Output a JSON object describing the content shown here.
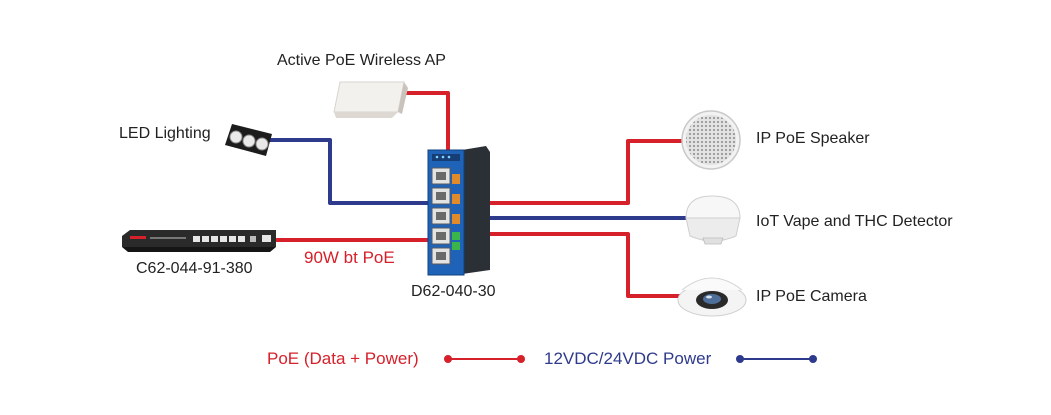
{
  "colors": {
    "poe": "#d6202a",
    "dc": "#2e3a8c",
    "switch_blue": "#1f63b8",
    "switch_dark": "#2b2f36"
  },
  "devices": {
    "wireless_ap": {
      "label": "Active PoE Wireless AP",
      "icon": "wireless-ap-icon"
    },
    "led": {
      "label": "LED Lighting",
      "icon": "led-light-icon"
    },
    "source_switch": {
      "label": "C62-044-91-380",
      "icon": "rack-switch-icon"
    },
    "center_switch": {
      "label": "D62-040-30",
      "icon": "din-rail-switch-icon"
    },
    "speaker": {
      "label": "IP PoE Speaker",
      "icon": "speaker-icon"
    },
    "vape": {
      "label": "IoT Vape and THC Detector",
      "icon": "vape-detector-icon"
    },
    "camera": {
      "label": "IP PoE Camera",
      "icon": "fisheye-camera-icon"
    }
  },
  "link_label": "90W bt PoE",
  "legend": {
    "poe_label": "PoE (Data + Power)",
    "dc_label": "12VDC/24VDC Power"
  }
}
